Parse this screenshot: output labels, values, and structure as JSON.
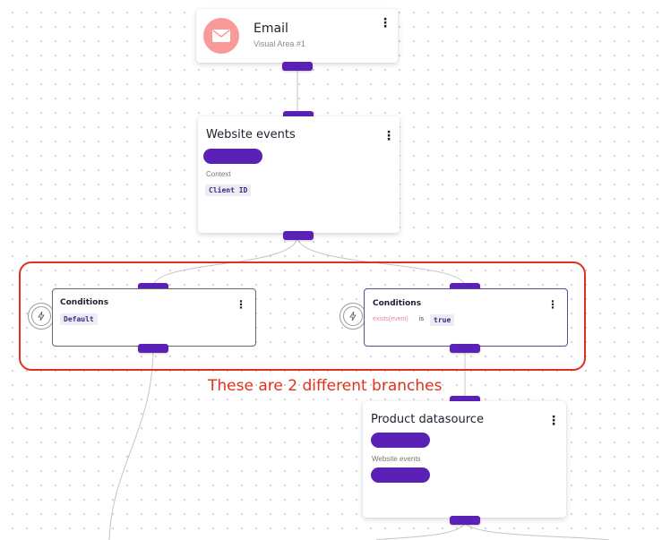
{
  "email_node": {
    "title": "Email",
    "subtitle": "Visual Area #1",
    "icon": "mail-icon",
    "icon_bg": "#f89a9a"
  },
  "website_node": {
    "title": "Website events",
    "context_label": "Context",
    "tag": "Client ID"
  },
  "condition_left": {
    "title": "Conditions",
    "tag": "Default"
  },
  "condition_right": {
    "title": "Conditions",
    "expr": "exists(event)",
    "op": "is",
    "value": "true"
  },
  "product_node": {
    "title": "Product datasource",
    "label": "Website events"
  },
  "annotation": {
    "text": "These are 2 different branches",
    "color": "#e0311d"
  },
  "colors": {
    "accent": "#5b21b6"
  },
  "menu_glyph": "⋮"
}
